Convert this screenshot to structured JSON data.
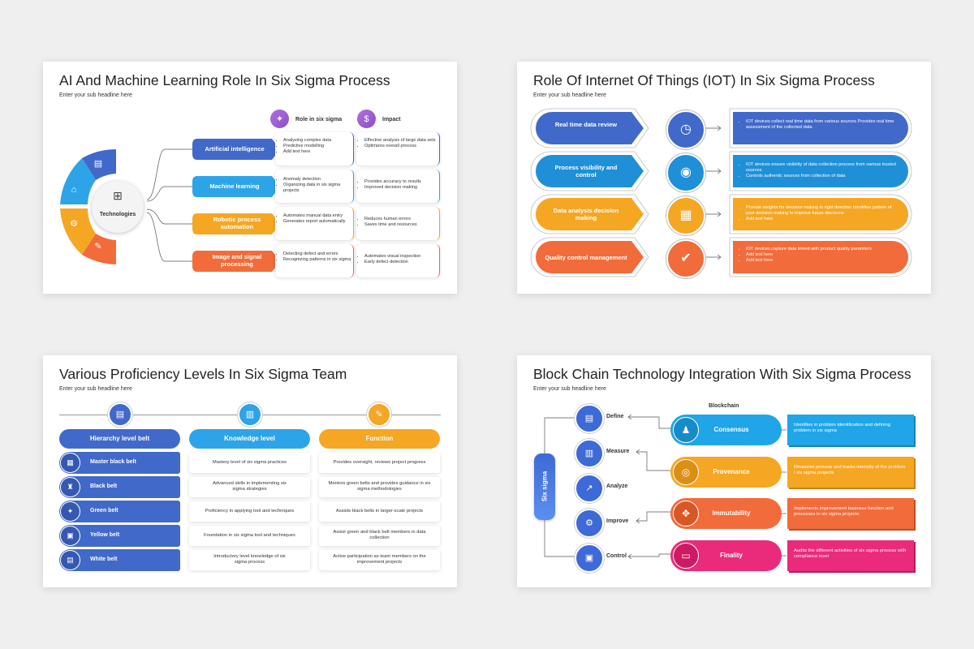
{
  "slides": {
    "ai": {
      "title": "AI And Machine Learning Role In Six Sigma Process",
      "subtitle": "Enter your sub headline here",
      "hub_label": "Technologies",
      "col_role": "Role in six sigma",
      "col_impact": "Impact",
      "rows": [
        {
          "label": "Artificial intelligence",
          "role": [
            "Analyzing complex data",
            "Predictive modelling",
            "Add text here"
          ],
          "impact": [
            "Effective analysis of large data sets",
            "Optimizes overall process"
          ],
          "color": "#4169c9"
        },
        {
          "label": "Machine learning",
          "role": [
            "Anomaly detection",
            "Organizing data in six sigma projects"
          ],
          "impact": [
            "Provides accuracy to results",
            "Improved decision making"
          ],
          "color": "#2ea4e8"
        },
        {
          "label": "Robotic process automation",
          "role": [
            "Automates manual data entry",
            "Generates report automatically"
          ],
          "impact": [
            "Reduces human errors",
            "Saves time and resources"
          ],
          "color": "#f5a623"
        },
        {
          "label": "Image and signal processing",
          "role": [
            "Detecting defect and errors",
            "Recognizing patterns in six sigma"
          ],
          "impact": [
            "Automates visual inspection",
            "Early defect detection"
          ],
          "color": "#f26b3a"
        }
      ]
    },
    "iot": {
      "title": "Role Of Internet Of Things (IOT) In Six Sigma Process",
      "subtitle": "Enter your sub headline here",
      "rows": [
        {
          "label": "Real time data review",
          "points": [
            "IOT devices collect real time data from various sources Provides real time assessment of the collected data"
          ],
          "color": "#4169c9"
        },
        {
          "label": "Process visibility and control",
          "points": [
            "IOT devices ensure visibility of data collection process from various trusted sources",
            "Controls authentic sources from collection of data"
          ],
          "color": "#1f8fd8"
        },
        {
          "label": "Data analysis decision making",
          "points": [
            "Provide insights for decision making in right direction Identifies pattern of past decision making to improve future decisions",
            "Add text here"
          ],
          "color": "#f5a623"
        },
        {
          "label": "Quality control management",
          "points": [
            "IOT devices capture data linked with product quality paramters",
            "Add text here",
            "Add text here"
          ],
          "color": "#f26b3a"
        }
      ]
    },
    "prof": {
      "title": "Various Proficiency Levels In Six Sigma Team",
      "subtitle": "Enter your sub headline here",
      "headers": [
        "Hierarchy level belt",
        "Knowledge level",
        "Function"
      ],
      "header_colors": [
        "#4169c9",
        "#2ea4e8",
        "#f5a623"
      ],
      "rows": [
        {
          "belt": "Master black belt",
          "knowledge": "Mastery level of six sigma practices",
          "function": "Provides oversight, reviews project progress"
        },
        {
          "belt": "Black belt",
          "knowledge": "Advanced skills in implementing six sigma strategies",
          "function": "Mentors green belts and provides guidance in six sigma methodologies"
        },
        {
          "belt": "Green belt",
          "knowledge": "Proficiency in applying tool and techniques",
          "function": "Assists black belts in larger-scale projects"
        },
        {
          "belt": "Yellow belt",
          "knowledge": "Foundation in six sigma tool and techniques",
          "function": "Assist green and black belt members in data collection"
        },
        {
          "belt": "White belt",
          "knowledge": "Introductory level knowledge of six sigma process",
          "function": "Active participation as team members on the improvement projects"
        }
      ]
    },
    "block": {
      "title": "Block Chain Technology Integration With Six Sigma Process",
      "subtitle": "Enter your sub headline here",
      "vertical_label": "Six sigma",
      "blockchain_label": "Blockchain",
      "steps": [
        "Define",
        "Measure",
        "Analyze",
        "Improve",
        "Control"
      ],
      "items": [
        {
          "label": "Consensus",
          "desc": "Identifies in problem identification and defining problem in six sigma",
          "color": "#1fa5e8"
        },
        {
          "label": "Provenance",
          "desc": "Measures process and tracks intensity of the problem I six sigma projects",
          "color": "#f5a623"
        },
        {
          "label": "Immutability",
          "desc": "Implements improvement business function and processes in six sigma projects",
          "color": "#f26b3a"
        },
        {
          "label": "Finality",
          "desc": "Audits the different activities of six sigma process with compliance level",
          "color": "#ea2a7a"
        }
      ]
    }
  }
}
